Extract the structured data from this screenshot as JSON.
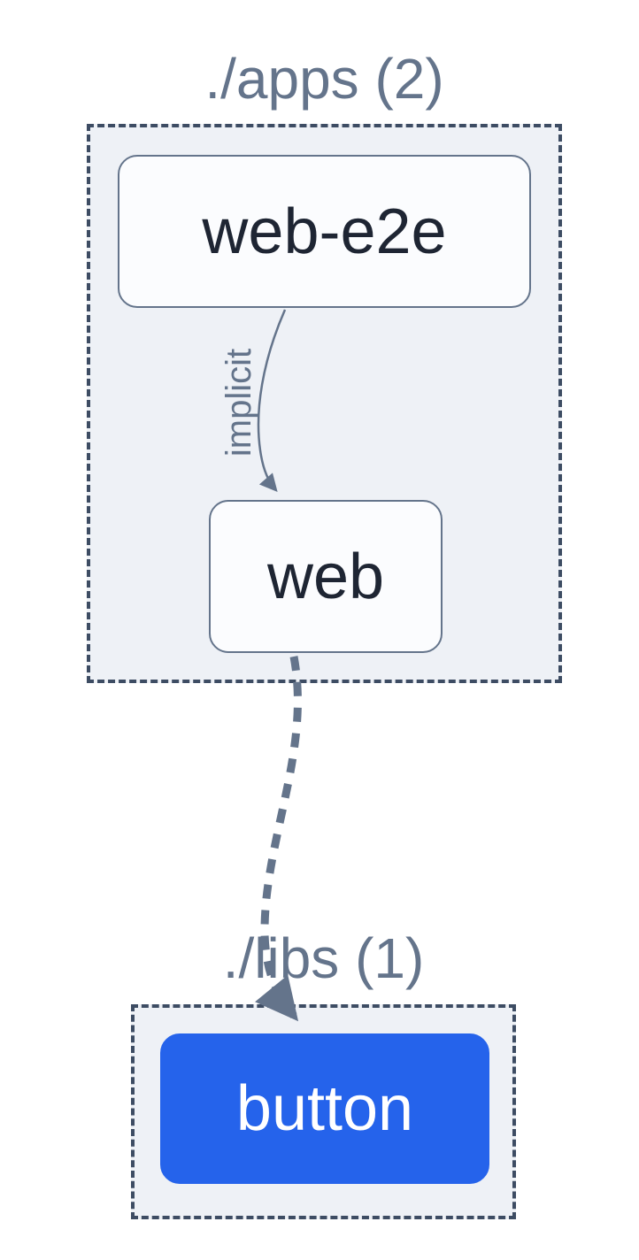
{
  "diagram": {
    "type": "dependency-graph",
    "clusters": [
      {
        "id": "apps",
        "label": "./apps (2)",
        "count": 2
      },
      {
        "id": "libs",
        "label": "./libs (1)",
        "count": 1
      }
    ],
    "nodes": [
      {
        "id": "web-e2e",
        "label": "web-e2e",
        "cluster": "apps",
        "highlighted": false
      },
      {
        "id": "web",
        "label": "web",
        "cluster": "apps",
        "highlighted": false
      },
      {
        "id": "button",
        "label": "button",
        "cluster": "libs",
        "highlighted": true
      }
    ],
    "edges": [
      {
        "source": "web-e2e",
        "target": "web",
        "label": "implicit",
        "line": "solid"
      },
      {
        "source": "web",
        "target": "button",
        "label": "",
        "line": "dashed"
      }
    ],
    "colors": {
      "cluster_background": "#eef1f6",
      "cluster_border": "#3d4c63",
      "cluster_title": "#64748b",
      "node_background": "#fbfcfe",
      "node_border": "#64748b",
      "node_text": "#1e2533",
      "highlight_background": "#2563eb",
      "highlight_text": "#ffffff",
      "edge": "#64748b"
    }
  }
}
